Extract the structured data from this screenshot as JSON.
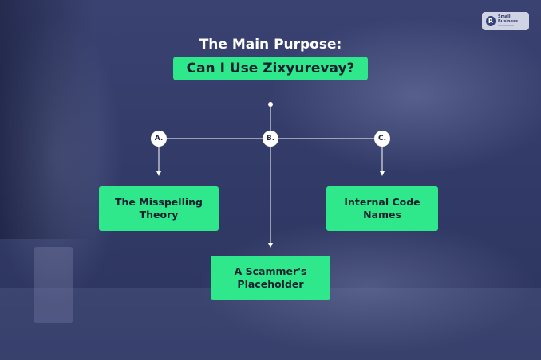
{
  "logo": {
    "mark": "R",
    "line1": "Small Business",
    "line2": "—————"
  },
  "title": "The Main Purpose:",
  "subtitle": "Can I Use Zixyurevay?",
  "branches": [
    {
      "marker": "A.",
      "label": "The Misspelling Theory"
    },
    {
      "marker": "B.",
      "label": "A Scammer's Placeholder"
    },
    {
      "marker": "C.",
      "label": "Internal Code Names"
    }
  ]
}
